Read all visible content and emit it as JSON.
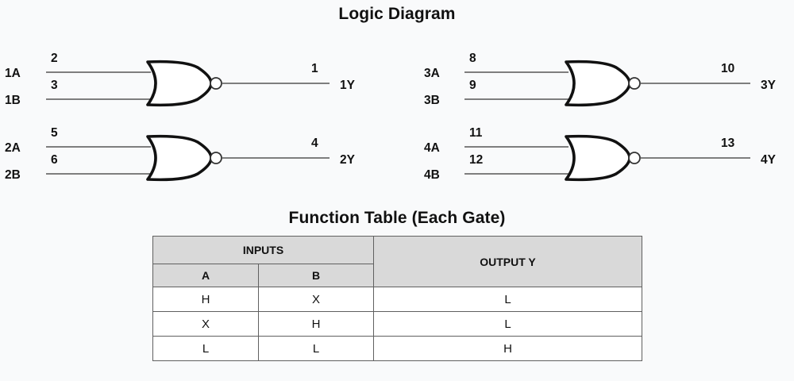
{
  "titles": {
    "logic_diagram": "Logic Diagram",
    "function_table": "Function Table (Each Gate)"
  },
  "diagram": {
    "gate_type": "NOR",
    "gate_count": 4,
    "gates": [
      {
        "id": "gate-1",
        "input_a_label": "1A",
        "input_a_pin": "2",
        "input_b_label": "1B",
        "input_b_pin": "3",
        "output_label": "1Y",
        "output_pin": "1"
      },
      {
        "id": "gate-2",
        "input_a_label": "2A",
        "input_a_pin": "5",
        "input_b_label": "2B",
        "input_b_pin": "6",
        "output_label": "2Y",
        "output_pin": "4"
      },
      {
        "id": "gate-3",
        "input_a_label": "3A",
        "input_a_pin": "8",
        "input_b_label": "3B",
        "input_b_pin": "9",
        "output_label": "3Y",
        "output_pin": "10"
      },
      {
        "id": "gate-4",
        "input_a_label": "4A",
        "input_a_pin": "11",
        "input_b_label": "4B",
        "input_b_pin": "12",
        "output_label": "4Y",
        "output_pin": "13"
      }
    ]
  },
  "function_table": {
    "group_header": "INPUTS",
    "output_header": "OUTPUT Y",
    "sub_headers": [
      "A",
      "B"
    ],
    "rows": [
      {
        "a": "H",
        "b": "X",
        "y": "L"
      },
      {
        "a": "X",
        "b": "H",
        "y": "L"
      },
      {
        "a": "L",
        "b": "L",
        "y": "H"
      }
    ]
  },
  "colors": {
    "background": "#f9fafb",
    "ink": "#111111",
    "wire": "#555555",
    "header_fill": "#d9d9d9",
    "table_border": "#606060"
  }
}
